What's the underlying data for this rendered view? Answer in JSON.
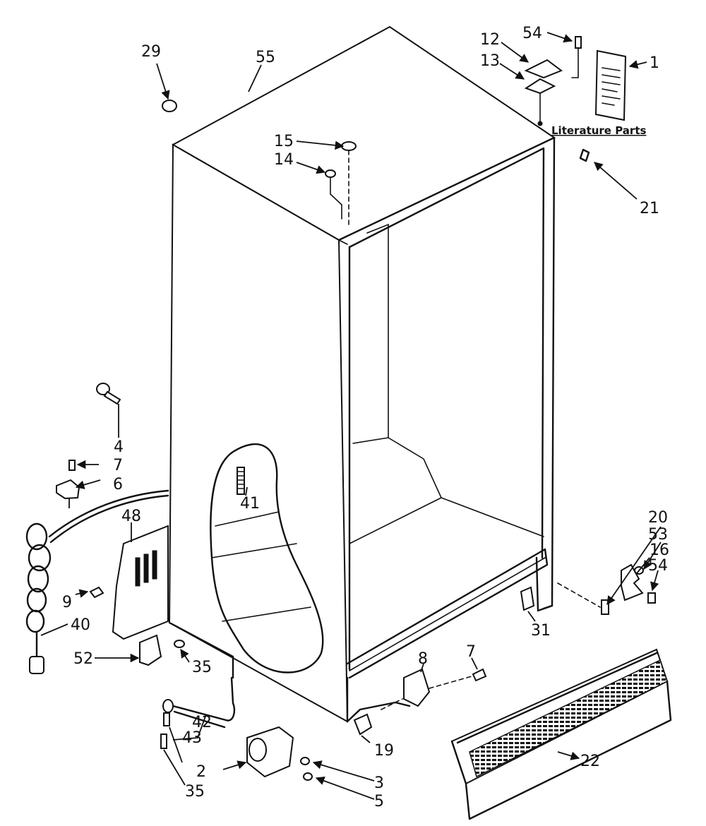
{
  "literature_label": "Literature Parts",
  "callouts": {
    "c1": "1",
    "c2": "2",
    "c3": "3",
    "c4": "4",
    "c5": "5",
    "c6": "6",
    "c7a": "7",
    "c7b": "7",
    "c8": "8",
    "c9": "9",
    "c12": "12",
    "c13": "13",
    "c14": "14",
    "c15": "15",
    "c16": "16",
    "c19": "19",
    "c20": "20",
    "c21": "21",
    "c22": "22",
    "c29": "29",
    "c31": "31",
    "c35a": "35",
    "c35b": "35",
    "c40": "40",
    "c41": "41",
    "c42": "42",
    "c43": "43",
    "c48": "48",
    "c52": "52",
    "c53": "53",
    "c54a": "54",
    "c54b": "54",
    "c55": "55"
  }
}
